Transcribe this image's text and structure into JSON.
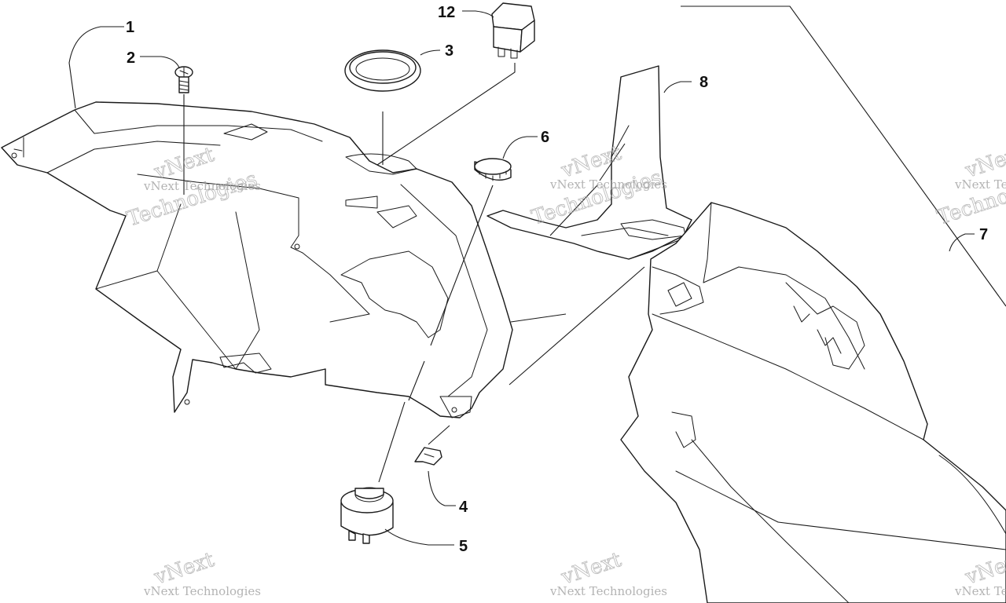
{
  "diagram": {
    "callouts": [
      {
        "id": "1",
        "label": "1"
      },
      {
        "id": "2",
        "label": "2"
      },
      {
        "id": "3",
        "label": "3"
      },
      {
        "id": "4",
        "label": "4"
      },
      {
        "id": "5",
        "label": "5"
      },
      {
        "id": "6",
        "label": "6"
      },
      {
        "id": "7",
        "label": "7"
      },
      {
        "id": "8",
        "label": "8"
      },
      {
        "id": "12",
        "label": "12"
      }
    ],
    "watermark": {
      "line1": "vNext Technologies",
      "line2": "vNext",
      "line3": "Technologies"
    }
  }
}
